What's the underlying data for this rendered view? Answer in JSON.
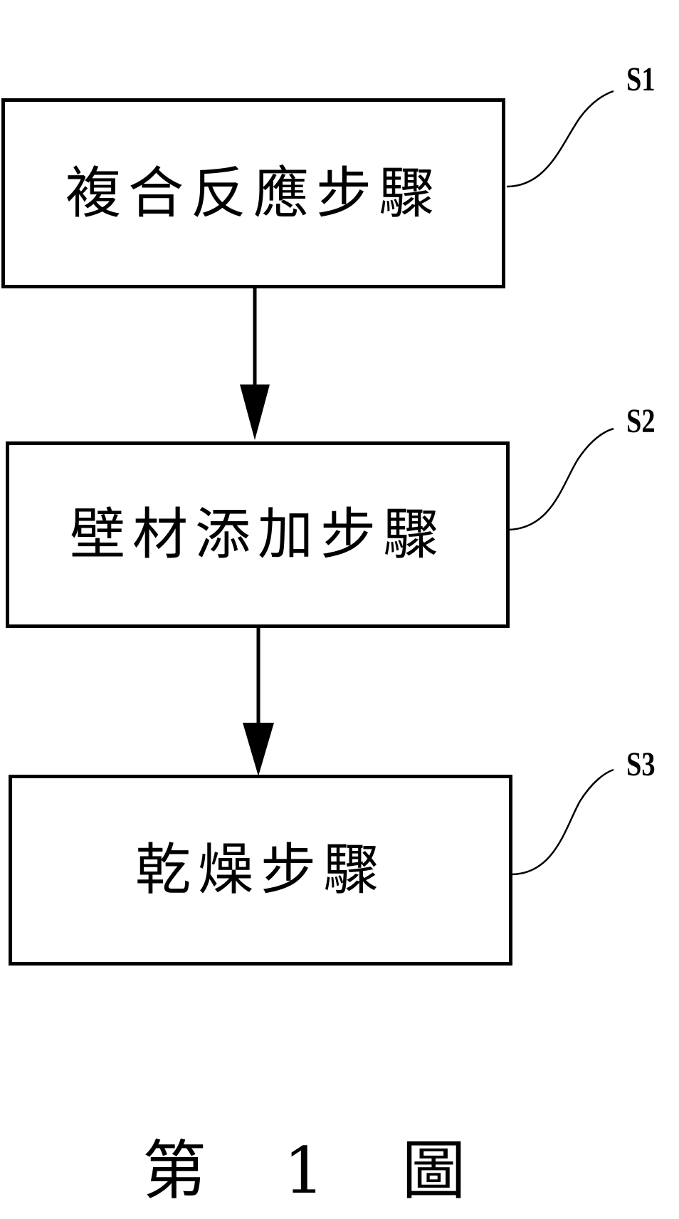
{
  "steps": [
    {
      "id": "S1",
      "label": "複合反應步驟"
    },
    {
      "id": "S2",
      "label": "壁材添加步驟"
    },
    {
      "id": "S3",
      "label": "乾燥步驟"
    }
  ],
  "caption": "第 1 圖",
  "colors": {
    "stroke": "#000000",
    "background": "#ffffff"
  }
}
